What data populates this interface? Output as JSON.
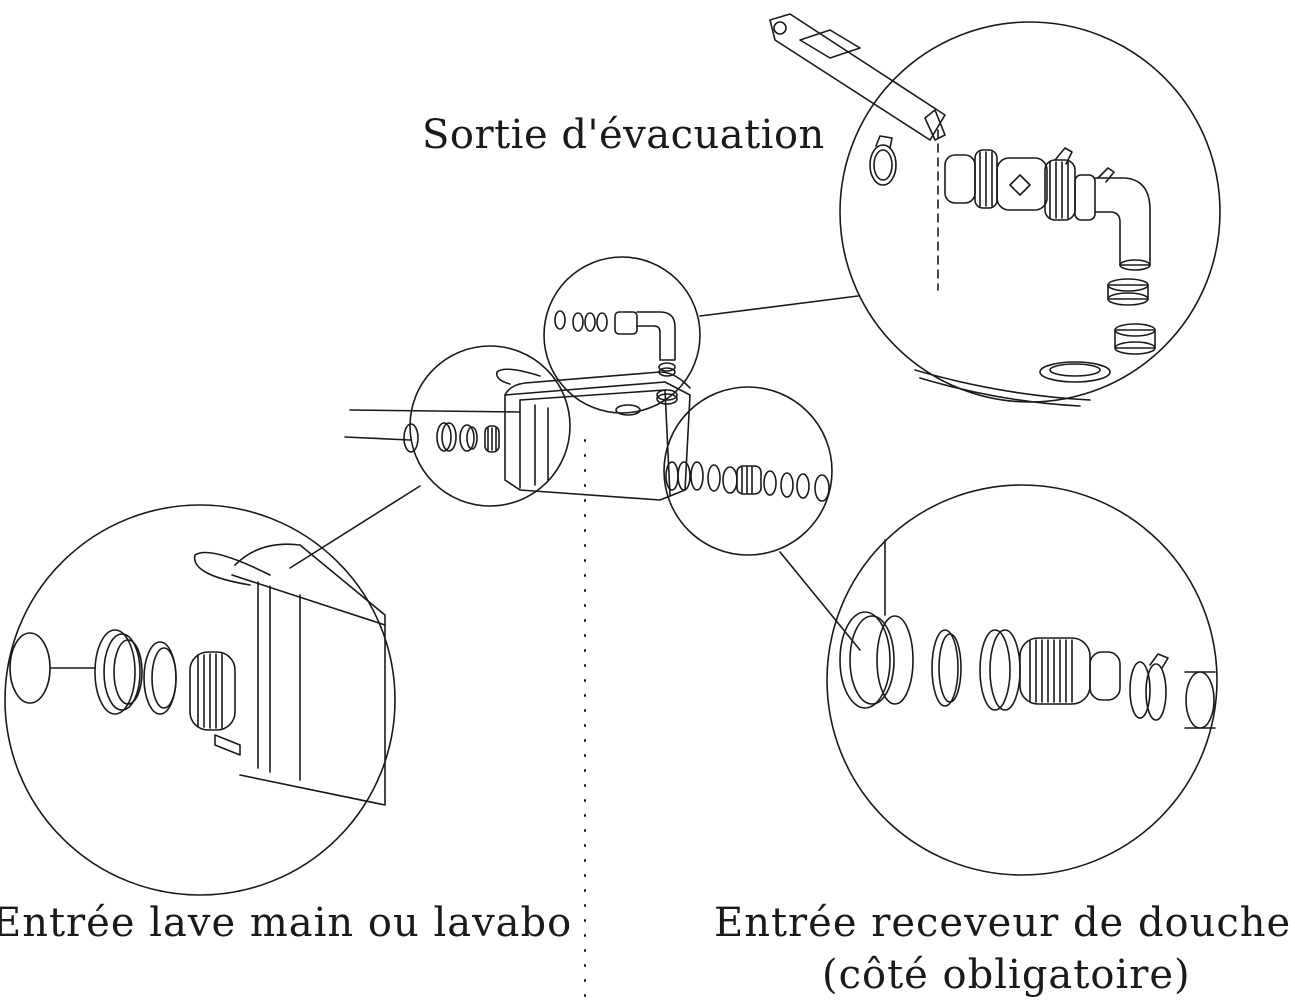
{
  "labels": {
    "outlet": "Sortie d'évacuation",
    "left_inlet": "Entrée lave main ou lavabo",
    "right_inlet": "Entrée receveur de douche",
    "right_inlet_note": "(côté obligatoire)"
  },
  "colors": {
    "line": "#1a1a1a",
    "background": "#ffffff"
  }
}
